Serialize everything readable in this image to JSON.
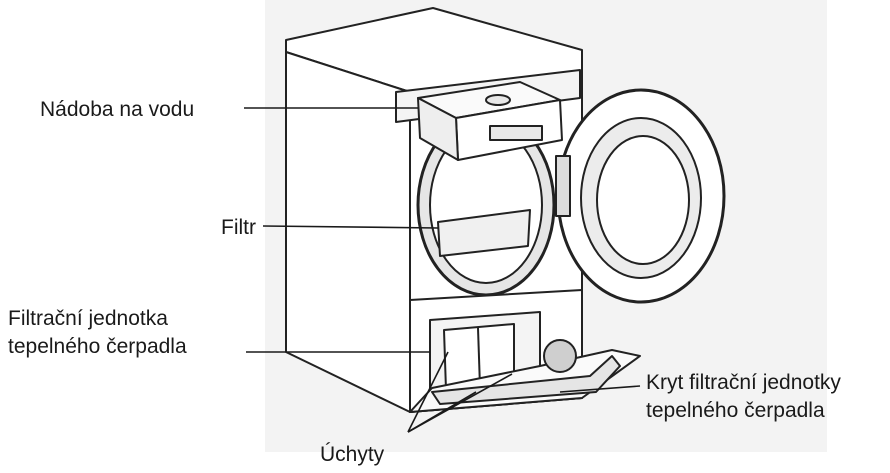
{
  "labels": {
    "water_container": "Nádoba na vodu",
    "filter": "Filtr",
    "heat_pump_filter_unit": [
      "Filtrační jednotka",
      "tepelného čerpadla"
    ],
    "heat_pump_filter_cover": [
      "Kryt filtrační jednotky",
      "tepelného čerpadla"
    ],
    "handles": "Úchyty"
  },
  "colors": {
    "line": "#1a1a1a",
    "outline": "#222222",
    "fill": "#ffffff",
    "shade": "#dcdcdc",
    "background_panel": "#f3f3f3"
  }
}
